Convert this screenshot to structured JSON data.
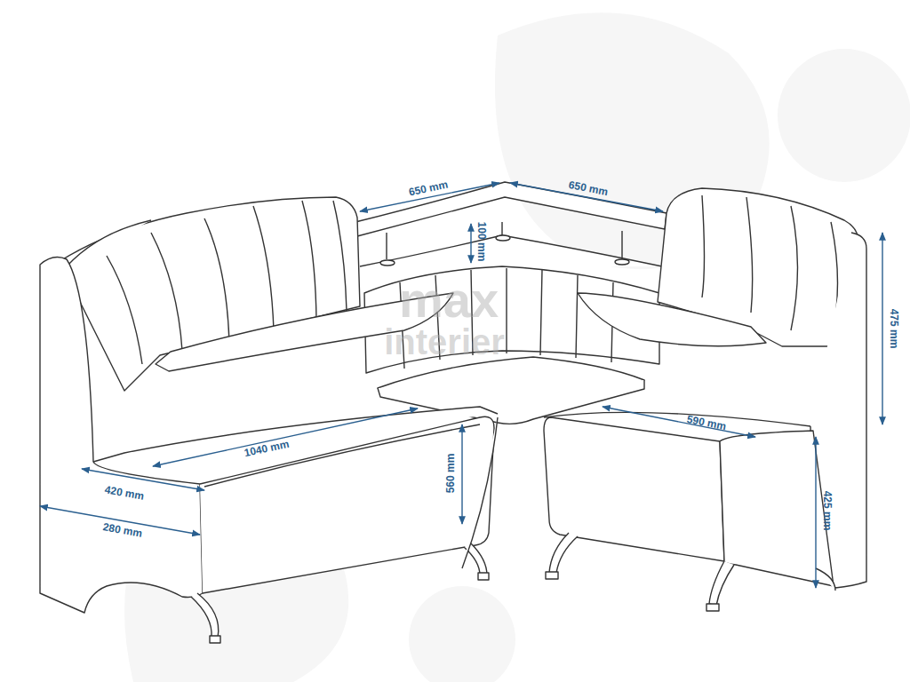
{
  "diagram": {
    "labels": [
      "650 mm",
      "650 mm",
      "100 mm",
      "475 mm",
      "1040 mm",
      "590 mm",
      "420 mm",
      "280 mm",
      "560 mm",
      "425 mm",
      "max",
      "interier"
    ]
  }
}
